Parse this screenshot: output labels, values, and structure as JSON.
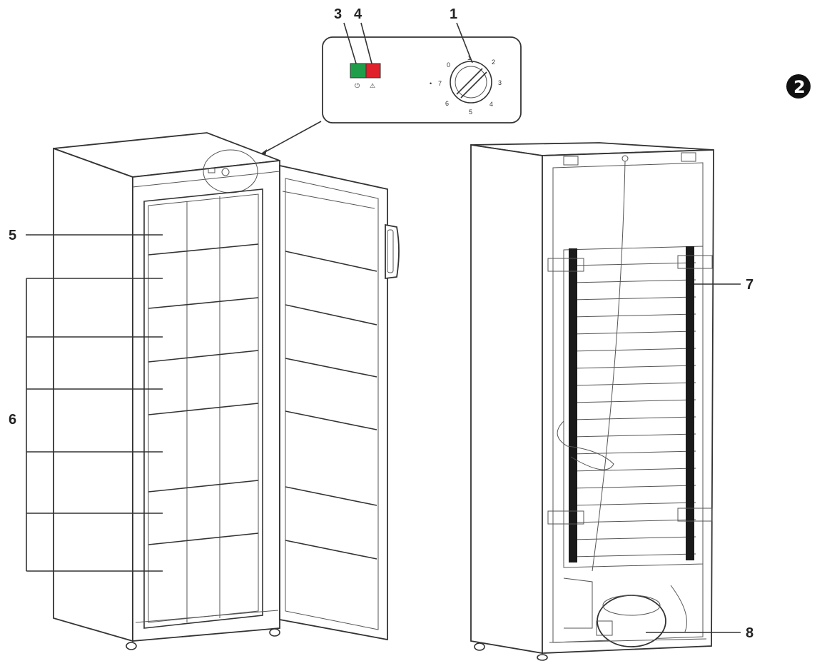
{
  "figure": {
    "number": "2",
    "callouts": {
      "c1": "1",
      "c3": "3",
      "c4": "4",
      "c5": "5",
      "c6": "6",
      "c7": "7",
      "c8": "8"
    },
    "thermostat_dial": {
      "ticks": [
        "0",
        "1",
        "2",
        "3",
        "4",
        "5",
        "6",
        "7"
      ]
    },
    "indicator_colors": {
      "green": "#1f9e4a",
      "red": "#e0202a"
    }
  }
}
